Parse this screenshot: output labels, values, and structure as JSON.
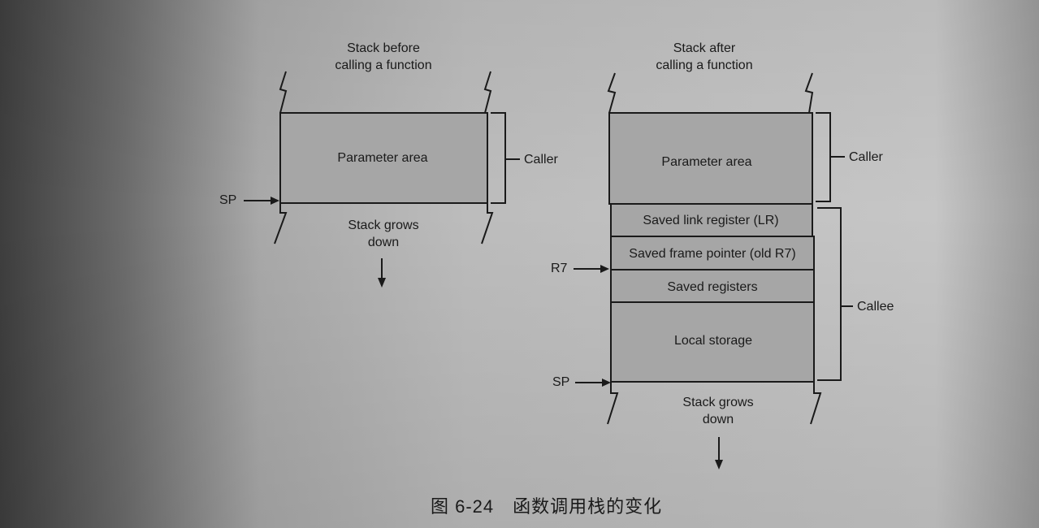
{
  "left_stack": {
    "title_line1": "Stack before",
    "title_line2": "calling a function",
    "parameter_area": "Parameter area",
    "caller_label": "Caller",
    "sp_label": "SP",
    "grows_line1": "Stack grows",
    "grows_line2": "down"
  },
  "right_stack": {
    "title_line1": "Stack after",
    "title_line2": "calling a function",
    "parameter_area": "Parameter area",
    "saved_lr": "Saved link register (LR)",
    "saved_fp": "Saved frame pointer (old R7)",
    "saved_regs": "Saved registers",
    "local_storage": "Local storage",
    "caller_label": "Caller",
    "callee_label": "Callee",
    "r7_label": "R7",
    "sp_label": "SP",
    "grows_line1": "Stack grows",
    "grows_line2": "down"
  },
  "caption": "图 6-24　函数调用栈的变化",
  "colors": {
    "box_fill": "#a6a6a6",
    "line": "#1a1a1a"
  }
}
